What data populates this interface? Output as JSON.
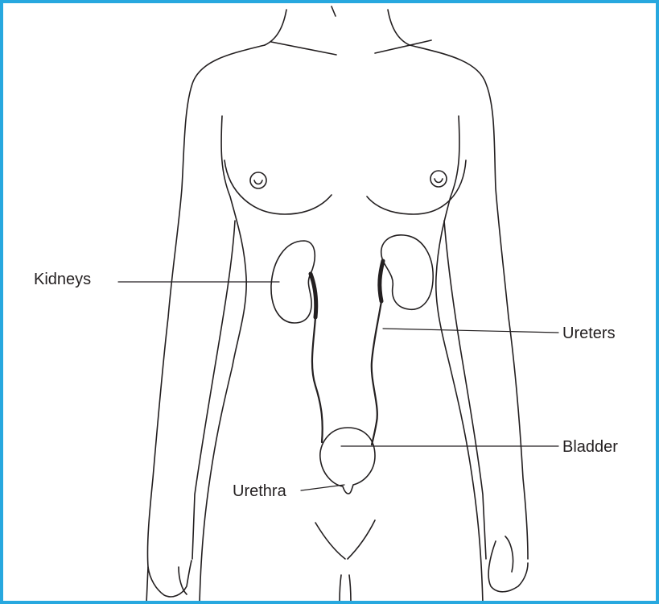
{
  "labels": {
    "kidneys": "Kidneys",
    "ureters": "Ureters",
    "bladder": "Bladder",
    "urethra": "Urethra"
  },
  "colors": {
    "border": "#27a8df",
    "line": "#231f20",
    "background": "#ffffff"
  }
}
